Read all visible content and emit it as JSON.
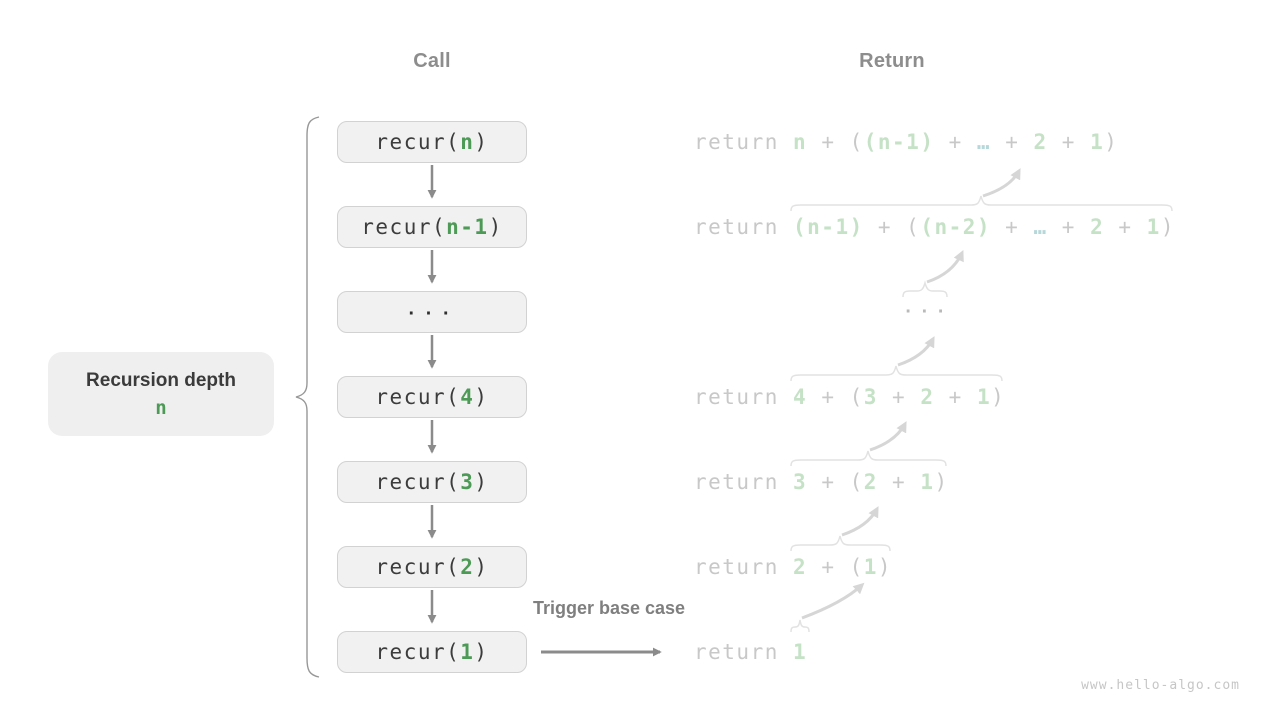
{
  "headers": {
    "call": "Call",
    "return": "Return"
  },
  "depth_label": {
    "title": "Recursion depth",
    "value": "n"
  },
  "trigger_label": "Trigger base case",
  "watermark": "www.hello-algo.com",
  "colors": {
    "highlight_green": "#4d9a56",
    "faded_green": "#c5e1c6",
    "faded_teal": "#b7d8da",
    "faded_gray": "#c8c8c8",
    "box_fill": "#f1f1f1",
    "box_border": "#d2d2d2",
    "arrow_gray": "#8b8b8b",
    "faded_arrow": "#d6d6d6"
  },
  "call_column": {
    "boxes": [
      {
        "label": "recur(n)",
        "tokens": [
          {
            "t": "recur(",
            "c": "dark"
          },
          {
            "t": "n",
            "c": "green"
          },
          {
            "t": ")",
            "c": "dark"
          }
        ]
      },
      {
        "label": "recur(n-1)",
        "tokens": [
          {
            "t": "recur(",
            "c": "dark"
          },
          {
            "t": "n-1",
            "c": "green"
          },
          {
            "t": ")",
            "c": "dark"
          }
        ]
      },
      {
        "label": "...",
        "tokens": [
          {
            "t": "···",
            "c": "dots"
          }
        ]
      },
      {
        "label": "recur(4)",
        "tokens": [
          {
            "t": "recur(",
            "c": "dark"
          },
          {
            "t": "4",
            "c": "green"
          },
          {
            "t": ")",
            "c": "dark"
          }
        ]
      },
      {
        "label": "recur(3)",
        "tokens": [
          {
            "t": "recur(",
            "c": "dark"
          },
          {
            "t": "3",
            "c": "green"
          },
          {
            "t": ")",
            "c": "dark"
          }
        ]
      },
      {
        "label": "recur(2)",
        "tokens": [
          {
            "t": "recur(",
            "c": "dark"
          },
          {
            "t": "2",
            "c": "green"
          },
          {
            "t": ")",
            "c": "dark"
          }
        ]
      },
      {
        "label": "recur(1)",
        "tokens": [
          {
            "t": "recur(",
            "c": "dark"
          },
          {
            "t": "1",
            "c": "green"
          },
          {
            "t": ")",
            "c": "dark"
          }
        ]
      }
    ]
  },
  "return_column": {
    "rows": [
      {
        "label": "return n + ((n-1) + … + 2 + 1)",
        "tokens": [
          {
            "t": "return ",
            "c": "gray"
          },
          {
            "t": "n",
            "c": "lgreen"
          },
          {
            "t": " + (",
            "c": "gray"
          },
          {
            "t": "(n-1)",
            "c": "lgreen"
          },
          {
            "t": " + ",
            "c": "gray"
          },
          {
            "t": "…",
            "c": "teal"
          },
          {
            "t": " + ",
            "c": "gray"
          },
          {
            "t": "2",
            "c": "lgreen"
          },
          {
            "t": " + ",
            "c": "gray"
          },
          {
            "t": "1",
            "c": "lgreen"
          },
          {
            "t": ")",
            "c": "gray"
          }
        ]
      },
      {
        "label": "return (n-1) + ((n-2) + … + 2 + 1)",
        "tokens": [
          {
            "t": "return ",
            "c": "gray"
          },
          {
            "t": "(n-1)",
            "c": "lgreen"
          },
          {
            "t": " + (",
            "c": "gray"
          },
          {
            "t": "(n-2)",
            "c": "lgreen"
          },
          {
            "t": " + ",
            "c": "gray"
          },
          {
            "t": "…",
            "c": "teal"
          },
          {
            "t": " + ",
            "c": "gray"
          },
          {
            "t": "2",
            "c": "lgreen"
          },
          {
            "t": " + ",
            "c": "gray"
          },
          {
            "t": "1",
            "c": "lgreen"
          },
          {
            "t": ")",
            "c": "gray"
          }
        ]
      },
      {
        "label": "...",
        "tokens": [
          {
            "t": "···",
            "c": "rdots"
          }
        ]
      },
      {
        "label": "return 4 + (3 + 2 + 1)",
        "tokens": [
          {
            "t": "return ",
            "c": "gray"
          },
          {
            "t": "4",
            "c": "lgreen"
          },
          {
            "t": " + (",
            "c": "gray"
          },
          {
            "t": "3",
            "c": "lgreen"
          },
          {
            "t": " + ",
            "c": "gray"
          },
          {
            "t": "2",
            "c": "lgreen"
          },
          {
            "t": " + ",
            "c": "gray"
          },
          {
            "t": "1",
            "c": "lgreen"
          },
          {
            "t": ")",
            "c": "gray"
          }
        ]
      },
      {
        "label": "return 3 + (2 + 1)",
        "tokens": [
          {
            "t": "return ",
            "c": "gray"
          },
          {
            "t": "3",
            "c": "lgreen"
          },
          {
            "t": " + (",
            "c": "gray"
          },
          {
            "t": "2",
            "c": "lgreen"
          },
          {
            "t": " + ",
            "c": "gray"
          },
          {
            "t": "1",
            "c": "lgreen"
          },
          {
            "t": ")",
            "c": "gray"
          }
        ]
      },
      {
        "label": "return 2 + (1)",
        "tokens": [
          {
            "t": "return ",
            "c": "gray"
          },
          {
            "t": "2",
            "c": "lgreen"
          },
          {
            "t": " + (",
            "c": "gray"
          },
          {
            "t": "1",
            "c": "lgreen"
          },
          {
            "t": ")",
            "c": "gray"
          }
        ]
      },
      {
        "label": "return 1",
        "tokens": [
          {
            "t": "return ",
            "c": "gray"
          },
          {
            "t": "1",
            "c": "lgreen"
          }
        ]
      }
    ]
  }
}
